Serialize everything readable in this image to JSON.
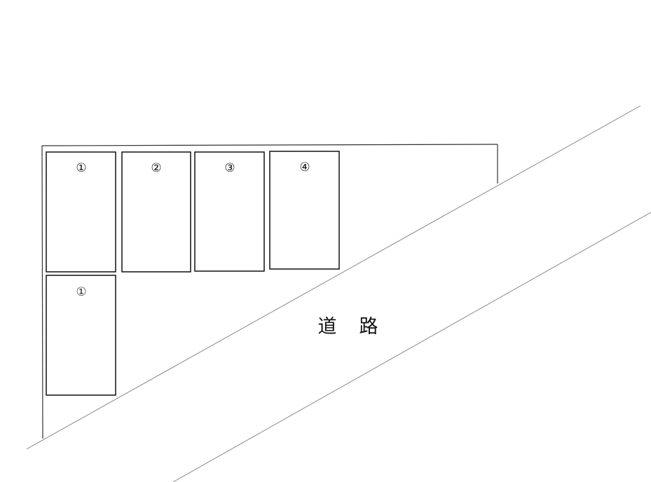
{
  "parking_spaces": [
    {
      "label": "①",
      "row": "top"
    },
    {
      "label": "②",
      "row": "top"
    },
    {
      "label": "③",
      "row": "top"
    },
    {
      "label": "④",
      "row": "top"
    },
    {
      "label": "①",
      "row": "bottom"
    }
  ],
  "road": {
    "label_left": "道",
    "label_right": "路"
  }
}
